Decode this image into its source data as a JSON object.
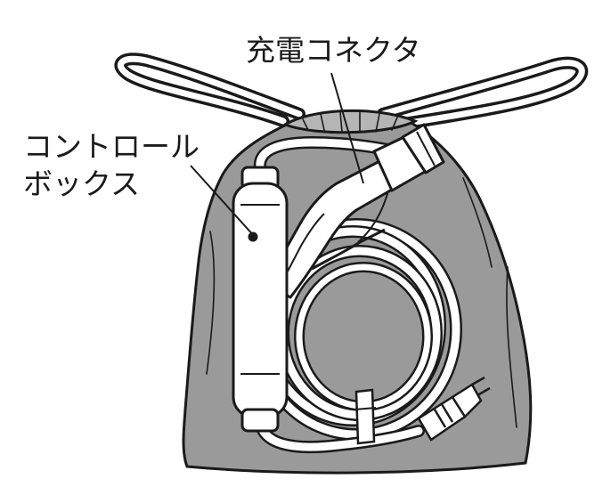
{
  "labels": {
    "charging_connector": "充電コネクタ",
    "control_box_line1": "コントロール",
    "control_box_line2": "ボックス"
  },
  "colors": {
    "bag_fill": "#9a9a9a",
    "outline": "#1a1a1a",
    "cable_fill": "#ffffff",
    "background": "#ffffff"
  }
}
